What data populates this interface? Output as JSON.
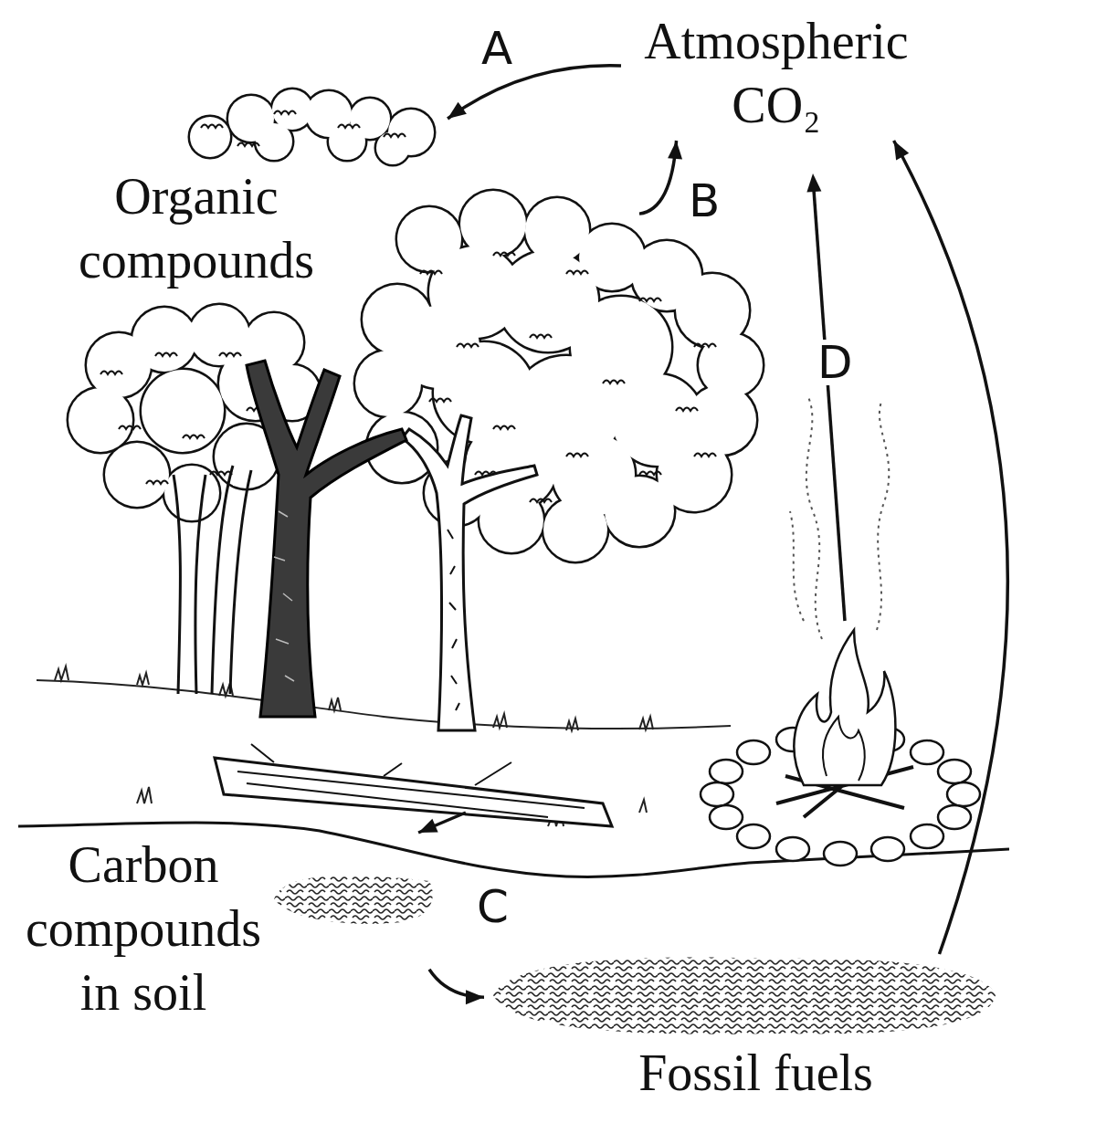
{
  "diagram": {
    "nodes": [
      {
        "text": [
          "Atmospheric CO₂"
        ]
      },
      {
        "text": [
          "Organic compounds"
        ]
      },
      {
        "text": [
          "Carbon compounds in soil"
        ]
      },
      {
        "text": [
          "Fossil fuels"
        ]
      }
    ],
    "edges": [
      {
        "from": 0,
        "to": 1,
        "arrow": "to",
        "label": "A"
      },
      {
        "from": 1,
        "to": 0,
        "arrow": "to",
        "label": "B"
      },
      {
        "from": 1,
        "to": 2,
        "arrow": "to",
        "label": "C"
      },
      {
        "from": 2,
        "to": 3,
        "arrow": "to"
      },
      {
        "from": 3,
        "to": 0,
        "arrow": "to"
      }
    ],
    "labels": [
      "D"
    ]
  }
}
